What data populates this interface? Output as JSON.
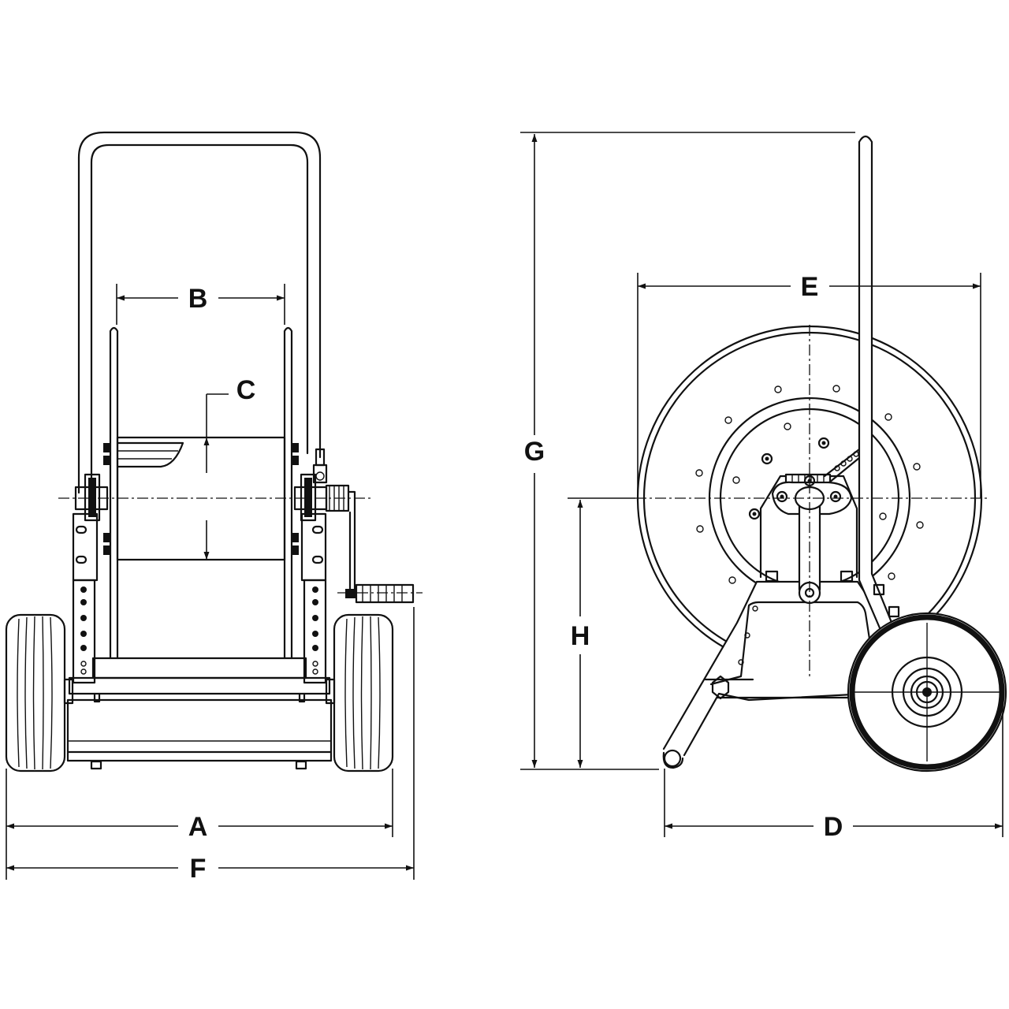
{
  "dimension_labels": {
    "a": "A",
    "b": "B",
    "c": "C",
    "d": "D",
    "e": "E",
    "f": "F",
    "g": "G",
    "h": "H"
  }
}
